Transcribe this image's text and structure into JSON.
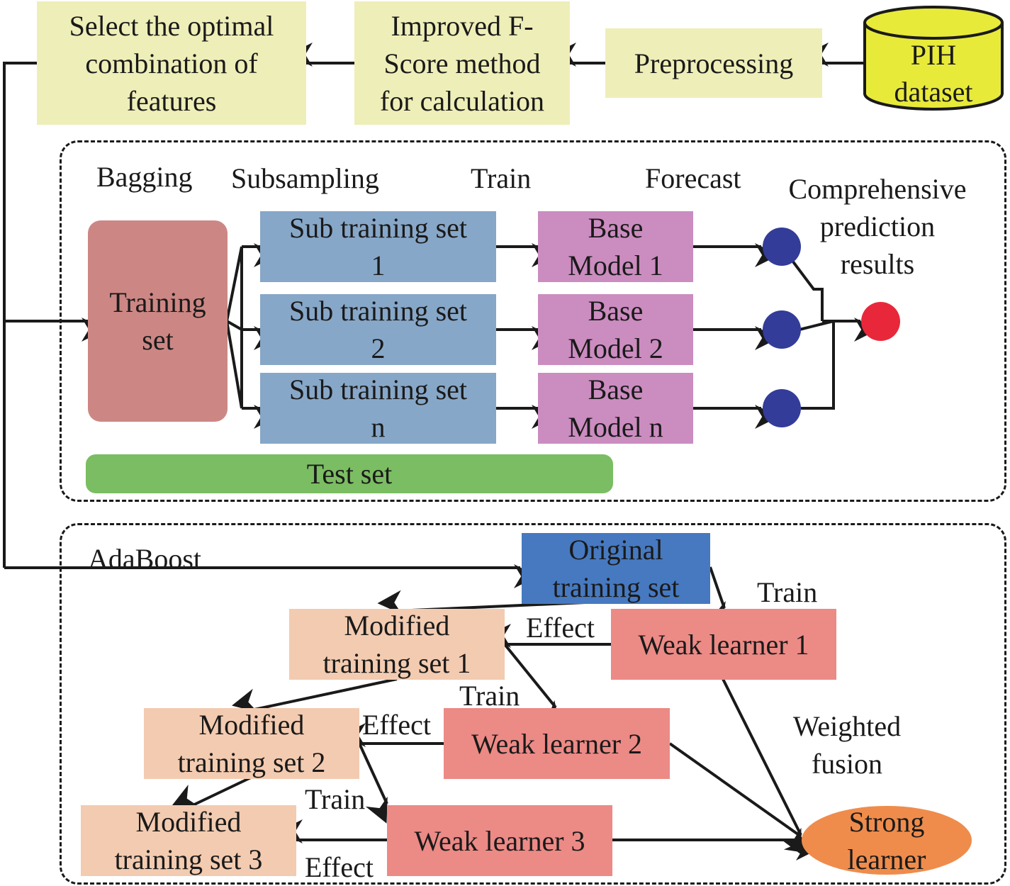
{
  "colors": {
    "yellow_box": "#eeeeb8",
    "db_cylinder": "#e8ea3a",
    "training_set": "#cc8784",
    "sub_training": "#87a7c8",
    "base_model": "#cb8cc0",
    "test_set": "#7bbd62",
    "forecast_dot": "#333c99",
    "result_dot": "#e8283a",
    "original_training": "#4679c0",
    "modified_training": "#f3cbb0",
    "weak_learner": "#ec8a86",
    "strong_learner": "#ef8c4c"
  },
  "top_flow": {
    "dataset": "PIH\ndataset",
    "preprocessing": "Preprocessing",
    "fscore": "Improved F-\nScore method\nfor calculation",
    "select": "Select the optimal\ncombination of\nfeatures"
  },
  "bagging": {
    "headers": {
      "bagging": "Bagging",
      "subsampling": "Subsampling",
      "train": "Train",
      "forecast": "Forecast",
      "comprehensive": "Comprehensive\nprediction\nresults"
    },
    "training_set": "Training\nset",
    "sub_sets": [
      "Sub training set\n1",
      "Sub training set\n2",
      "Sub training set\nn"
    ],
    "base_models": [
      "Base\nModel 1",
      "Base\nModel 2",
      "Base\nModel n"
    ],
    "test_set": "Test set"
  },
  "adaboost": {
    "title": "AdaBoost",
    "original": "Original\ntraining set",
    "modified": [
      "Modified\ntraining set 1",
      "Modified\ntraining set 2",
      "Modified\ntraining set 3"
    ],
    "weak": [
      "Weak learner 1",
      "Weak learner 2",
      "Weak learner 3"
    ],
    "strong": "Strong\nlearner",
    "train_label": "Train",
    "effect_label": "Effect",
    "weighted_fusion": "Weighted\nfusion"
  }
}
